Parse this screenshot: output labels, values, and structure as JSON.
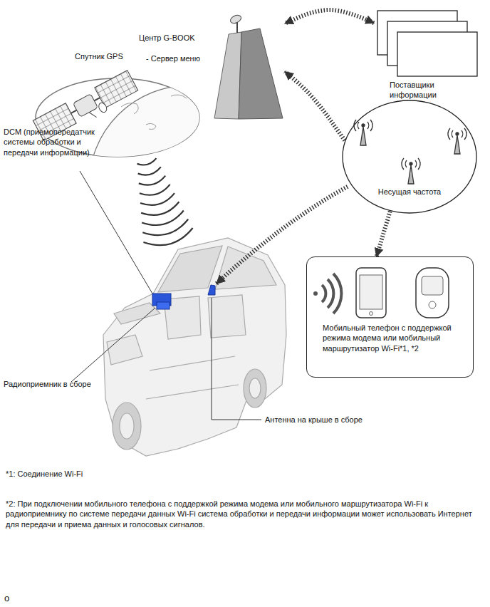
{
  "diagram": {
    "nodes": [
      {
        "text": [
          "Центр G-BOOK",
          "- Сервер меню"
        ]
      },
      {
        "text": [
          "Поставщики информации"
        ]
      },
      {
        "text": [
          "Несущая частота"
        ]
      },
      {
        "text": [
          "Мобильный телефон с поддержкой режима модема или мобильный маршрутизатор Wi-Fi*1, *2"
        ]
      }
    ],
    "edges": [
      {
        "from": 1,
        "to": 0,
        "arrow": "both"
      },
      {
        "from": 2,
        "to": 0,
        "arrow": "to"
      },
      {
        "from": 2,
        "to": 3,
        "arrow": "to"
      }
    ],
    "labels": [
      "Спутник GPS",
      "DCM (приемопередатчик системы обработки и передачи информации)",
      "Радиоприемник в сборе",
      "Антенна на крыше в сборе",
      "*1: Соединение Wi-Fi",
      "*2: При подключении мобильного телефона с поддержкой режима модема или мобильного маршрутизатора Wi-Fi к радиоприемнику по системе передачи данных Wi-Fi система обработки и передачи информации может использовать Интернет для передачи и приема данных и голосовых сигналов.",
      "o"
    ]
  }
}
